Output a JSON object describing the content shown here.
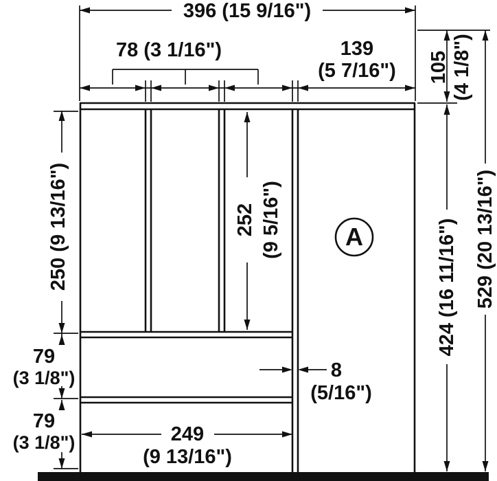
{
  "dimensions": {
    "total_width": "396 (15 9/16\")",
    "compartment_width": "78 (3 1/16\")",
    "right_compartment_mm": "139",
    "right_compartment_in": "(5 7/16\")",
    "top_offset_mm": "105",
    "top_offset_in": "(4 1/8\")",
    "overall_height": "529 (20 13/16\")",
    "tray_height": "424 (16 11/16\")",
    "upper_section_height": "250 (9 13/16\")",
    "inner_compartment_height_mm": "252",
    "inner_compartment_height_in": "(9 5/16\")",
    "row1_height_mm": "79",
    "row1_height_in": "(3 1/8\")",
    "row2_height_mm": "79",
    "row2_height_in": "(3 1/8\")",
    "divider_thickness_mm": "8",
    "divider_thickness_in": "(5/16\")",
    "bottom_width_mm": "249",
    "bottom_width_in": "(9 13/16\")",
    "section_label": "A"
  }
}
